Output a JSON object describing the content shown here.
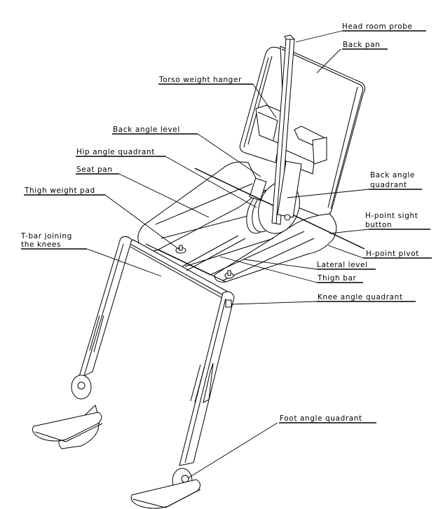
{
  "figure": {
    "title": "H-point machine (3-D manikin) component diagram",
    "labels": [
      {
        "id": "head-room-probe",
        "lines": [
          "Head room probe"
        ]
      },
      {
        "id": "back-pan",
        "lines": [
          "Back pan"
        ]
      },
      {
        "id": "torso-weight-hanger",
        "lines": [
          "Torso weight hanger"
        ]
      },
      {
        "id": "back-angle-level",
        "lines": [
          "Back angle level"
        ]
      },
      {
        "id": "hip-angle-quadrant",
        "lines": [
          "Hip angle quadrant"
        ]
      },
      {
        "id": "back-angle-quadrant",
        "lines": [
          "Back angle",
          "quadrant"
        ]
      },
      {
        "id": "seat-pan",
        "lines": [
          "Seat pan"
        ]
      },
      {
        "id": "thigh-weight-pad",
        "lines": [
          "Thigh weight pad"
        ]
      },
      {
        "id": "h-point-sight-button",
        "lines": [
          "H-point sight",
          "button"
        ]
      },
      {
        "id": "t-bar-joining-knees",
        "lines": [
          "T-bar joining",
          "the knees"
        ]
      },
      {
        "id": "h-point-pivot",
        "lines": [
          "H-point pivot"
        ]
      },
      {
        "id": "lateral-level",
        "lines": [
          "Lateral level"
        ]
      },
      {
        "id": "thigh-bar",
        "lines": [
          "Thigh bar"
        ]
      },
      {
        "id": "knee-angle-quadrant",
        "lines": [
          "Knee angle quadrant"
        ]
      },
      {
        "id": "foot-angle-quadrant",
        "lines": [
          "Foot angle quadrant"
        ]
      }
    ]
  }
}
